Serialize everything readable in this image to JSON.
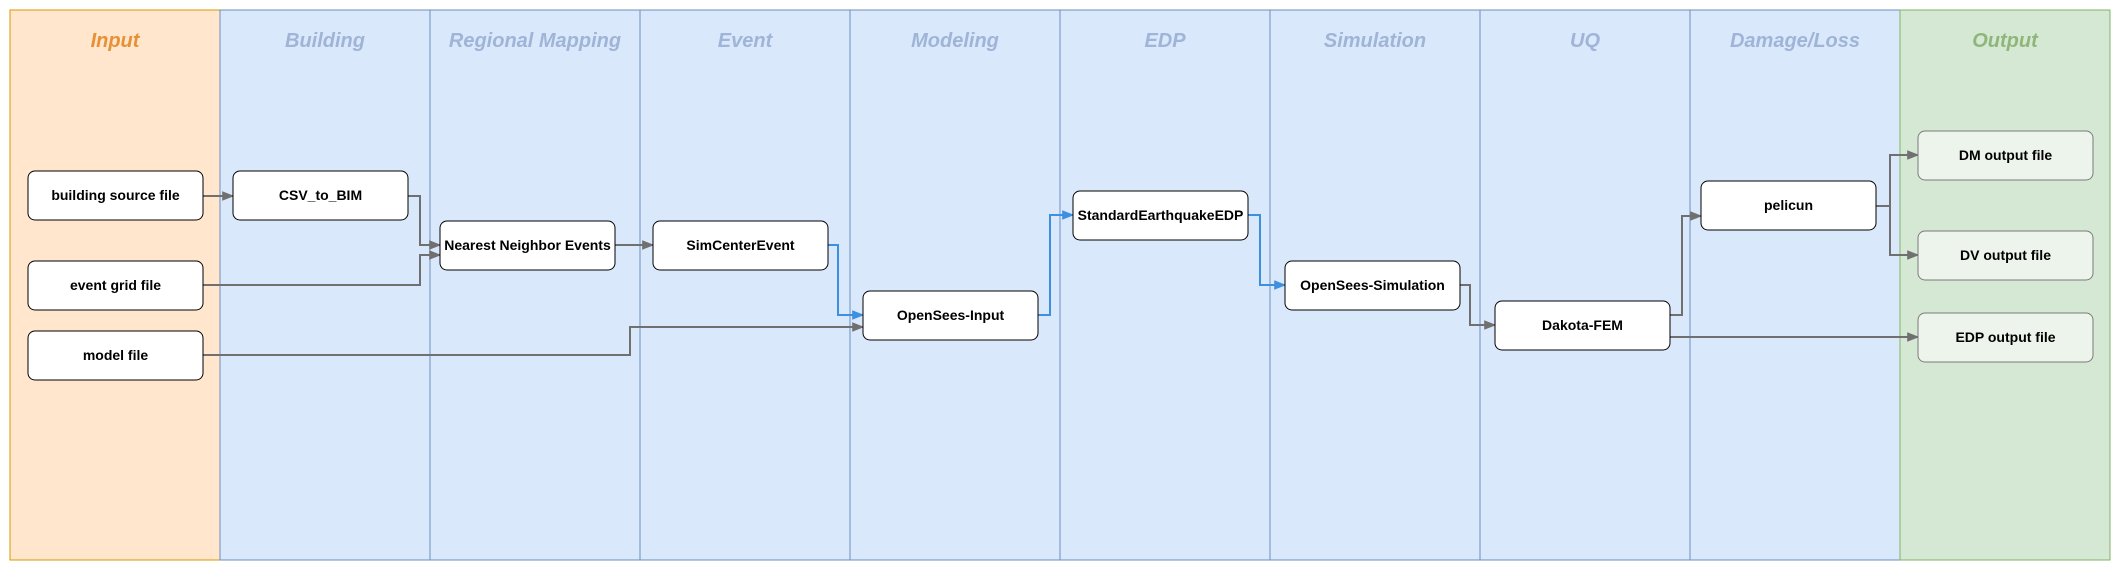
{
  "lanes": [
    {
      "id": "input",
      "title": "Input",
      "fill": "#ffe6cc",
      "stroke": "#d79b00",
      "title_color": "#e69138"
    },
    {
      "id": "building",
      "title": "Building",
      "fill": "#dae8fc",
      "stroke": "#6c8ebf",
      "title_color": "#9fb4d6"
    },
    {
      "id": "regional-mapping",
      "title": "Regional Mapping",
      "fill": "#dae8fc",
      "stroke": "#6c8ebf",
      "title_color": "#9fb4d6"
    },
    {
      "id": "event",
      "title": "Event",
      "fill": "#dae8fc",
      "stroke": "#6c8ebf",
      "title_color": "#9fb4d6"
    },
    {
      "id": "modeling",
      "title": "Modeling",
      "fill": "#dae8fc",
      "stroke": "#6c8ebf",
      "title_color": "#9fb4d6"
    },
    {
      "id": "edp",
      "title": "EDP",
      "fill": "#dae8fc",
      "stroke": "#6c8ebf",
      "title_color": "#9fb4d6"
    },
    {
      "id": "simulation",
      "title": "Simulation",
      "fill": "#dae8fc",
      "stroke": "#6c8ebf",
      "title_color": "#9fb4d6"
    },
    {
      "id": "uq",
      "title": "UQ",
      "fill": "#dae8fc",
      "stroke": "#6c8ebf",
      "title_color": "#9fb4d6"
    },
    {
      "id": "damage-loss",
      "title": "Damage/Loss",
      "fill": "#dae8fc",
      "stroke": "#6c8ebf",
      "title_color": "#9fb4d6"
    },
    {
      "id": "output",
      "title": "Output",
      "fill": "#d5e8d4",
      "stroke": "#82b366",
      "title_color": "#8fb67a"
    }
  ],
  "nodes": [
    {
      "id": "building-source-file",
      "label": "building source file",
      "kind": "input"
    },
    {
      "id": "event-grid-file",
      "label": "event grid file",
      "kind": "input"
    },
    {
      "id": "model-file",
      "label": "model file",
      "kind": "input"
    },
    {
      "id": "csv-to-bim",
      "label": "CSV_to_BIM",
      "kind": "app"
    },
    {
      "id": "nearest-neighbor-events",
      "label": "Nearest Neighbor Events",
      "kind": "app"
    },
    {
      "id": "simcenter-event",
      "label": "SimCenterEvent",
      "kind": "app"
    },
    {
      "id": "opensees-input",
      "label": "OpenSees-Input",
      "kind": "app"
    },
    {
      "id": "standard-earthquake-edp",
      "label": "StandardEarthquakeEDP",
      "kind": "app"
    },
    {
      "id": "opensees-simulation",
      "label": "OpenSees-Simulation",
      "kind": "app"
    },
    {
      "id": "dakota-fem",
      "label": "Dakota-FEM",
      "kind": "app"
    },
    {
      "id": "pelicun",
      "label": "pelicun",
      "kind": "app"
    },
    {
      "id": "dm-output-file",
      "label": "DM output file",
      "kind": "output"
    },
    {
      "id": "dv-output-file",
      "label": "DV output file",
      "kind": "output"
    },
    {
      "id": "edp-output-file",
      "label": "EDP output file",
      "kind": "output"
    }
  ],
  "edges": [
    {
      "from": "building-source-file",
      "to": "csv-to-bim",
      "style": "gray"
    },
    {
      "from": "csv-to-bim",
      "to": "nearest-neighbor-events",
      "style": "gray"
    },
    {
      "from": "event-grid-file",
      "to": "nearest-neighbor-events",
      "style": "gray"
    },
    {
      "from": "nearest-neighbor-events",
      "to": "simcenter-event",
      "style": "gray"
    },
    {
      "from": "simcenter-event",
      "to": "opensees-input",
      "style": "blue"
    },
    {
      "from": "model-file",
      "to": "opensees-input",
      "style": "gray"
    },
    {
      "from": "opensees-input",
      "to": "standard-earthquake-edp",
      "style": "blue"
    },
    {
      "from": "standard-earthquake-edp",
      "to": "opensees-simulation",
      "style": "blue"
    },
    {
      "from": "opensees-simulation",
      "to": "dakota-fem",
      "style": "gray"
    },
    {
      "from": "dakota-fem",
      "to": "pelicun",
      "style": "gray"
    },
    {
      "from": "dakota-fem",
      "to": "edp-output-file",
      "style": "gray"
    },
    {
      "from": "pelicun",
      "to": "dm-output-file",
      "style": "gray"
    },
    {
      "from": "pelicun",
      "to": "dv-output-file",
      "style": "gray"
    }
  ],
  "colors": {
    "node_fill": "#ffffff",
    "node_stroke": "#000000",
    "output_node_fill": "#edf4ec",
    "output_node_stroke": "#7a7a7a",
    "edge_gray": "#707070",
    "edge_blue": "#3d8fe0"
  }
}
